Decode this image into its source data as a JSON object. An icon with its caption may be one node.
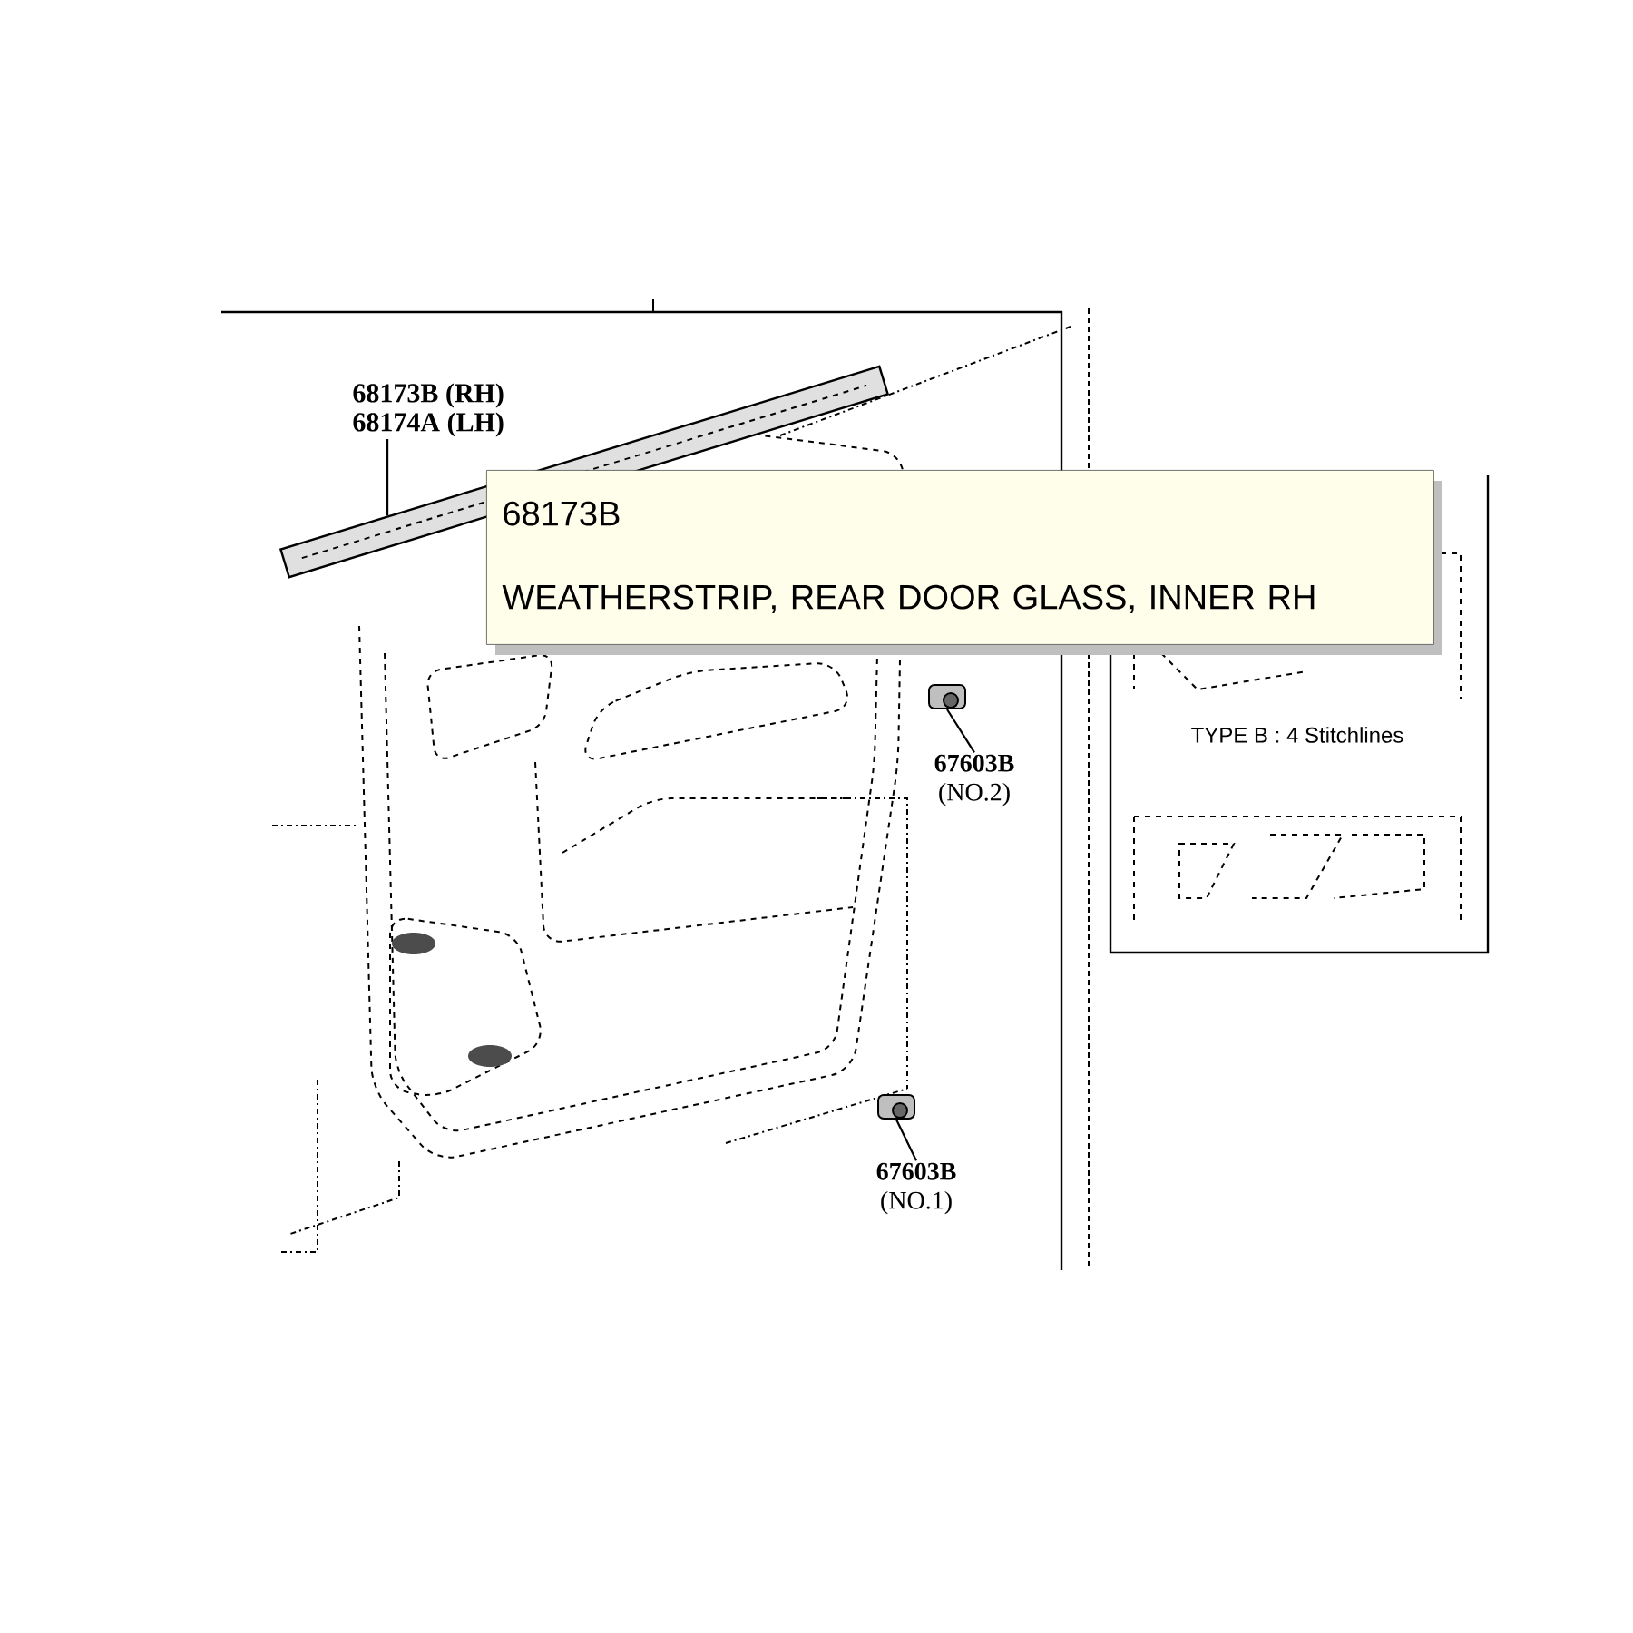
{
  "diagram": {
    "nodes": [
      {
        "text": [
          "68173B (RH)",
          "68174A (LH)"
        ]
      },
      {
        "text": [],
        "shape": "picture"
      },
      {
        "text": [
          "67603B",
          "(NO.2)"
        ]
      },
      {
        "text": [],
        "shape": "picture"
      },
      {
        "text": [
          "67603B",
          "(NO.1)"
        ]
      },
      {
        "text": [],
        "shape": "picture"
      },
      {
        "text": [
          "68173B",
          "WEATHERSTRIP, REAR DOOR GLASS, INNER RH"
        ]
      },
      {
        "text": [
          "TYPE B : 4 Stitchlines"
        ]
      }
    ],
    "edges": [
      {
        "from": 0,
        "to": 1,
        "arrow": "none"
      },
      {
        "from": 2,
        "to": 3,
        "arrow": "none"
      },
      {
        "from": 4,
        "to": 5,
        "arrow": "none"
      }
    ]
  }
}
